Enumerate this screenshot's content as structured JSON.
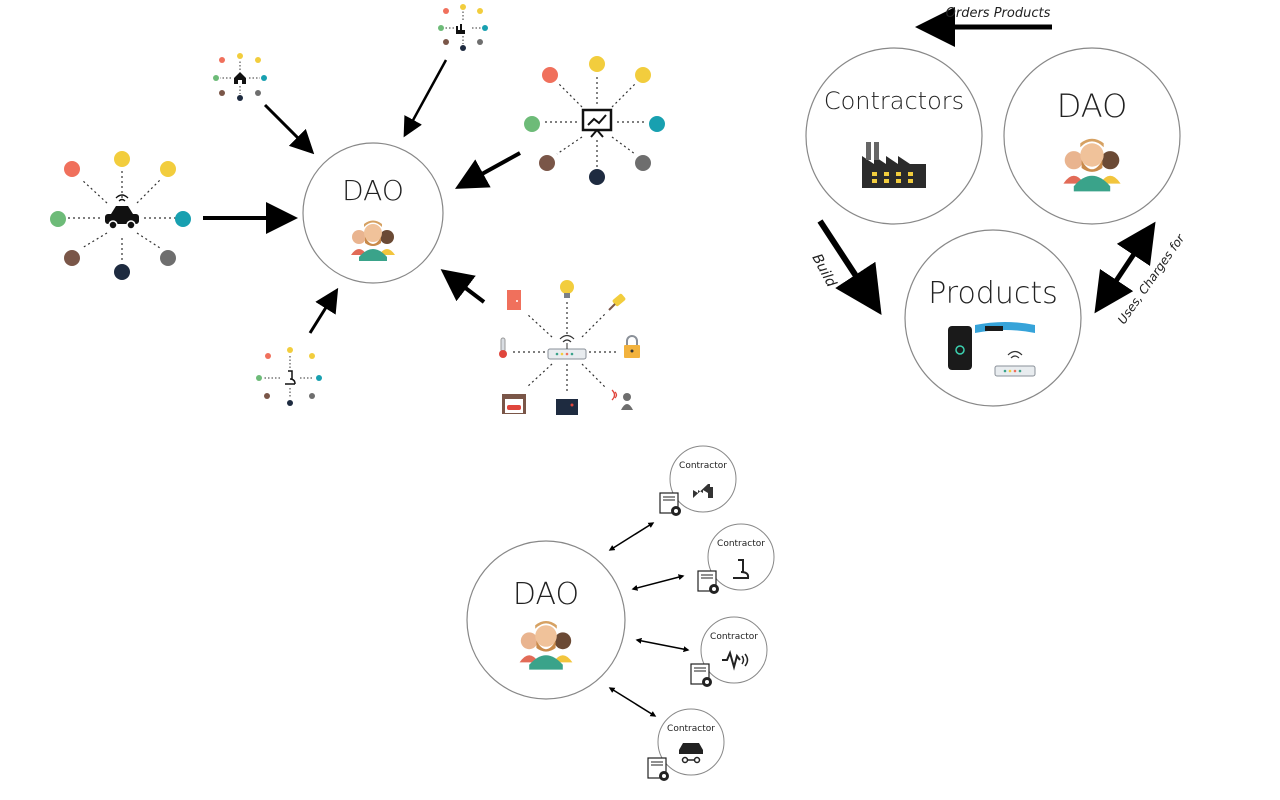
{
  "left_diagram": {
    "center_label": "DAO"
  },
  "right_diagram": {
    "contractors_label": "Contractors",
    "dao_label": "DAO",
    "products_label": "Products",
    "arrow_orders": "Orders Products",
    "arrow_build": "Build",
    "arrow_uses": "Uses, Charges for"
  },
  "bottom_diagram": {
    "center_label": "DAO",
    "contractors": [
      {
        "label": "Contractor",
        "icon": "factory-icon"
      },
      {
        "label": "Contractor",
        "icon": "microscope-icon"
      },
      {
        "label": "Contractor",
        "icon": "signal-wave-icon"
      },
      {
        "label": "Contractor",
        "icon": "car-icon"
      }
    ]
  },
  "palette": {
    "red": "#f0705c",
    "yellow": "#f2cd3d",
    "teal": "#18a0b0",
    "green": "#6dbb78",
    "brown": "#7a5648",
    "navy": "#1e2b40",
    "gray": "#6e6e6e"
  }
}
